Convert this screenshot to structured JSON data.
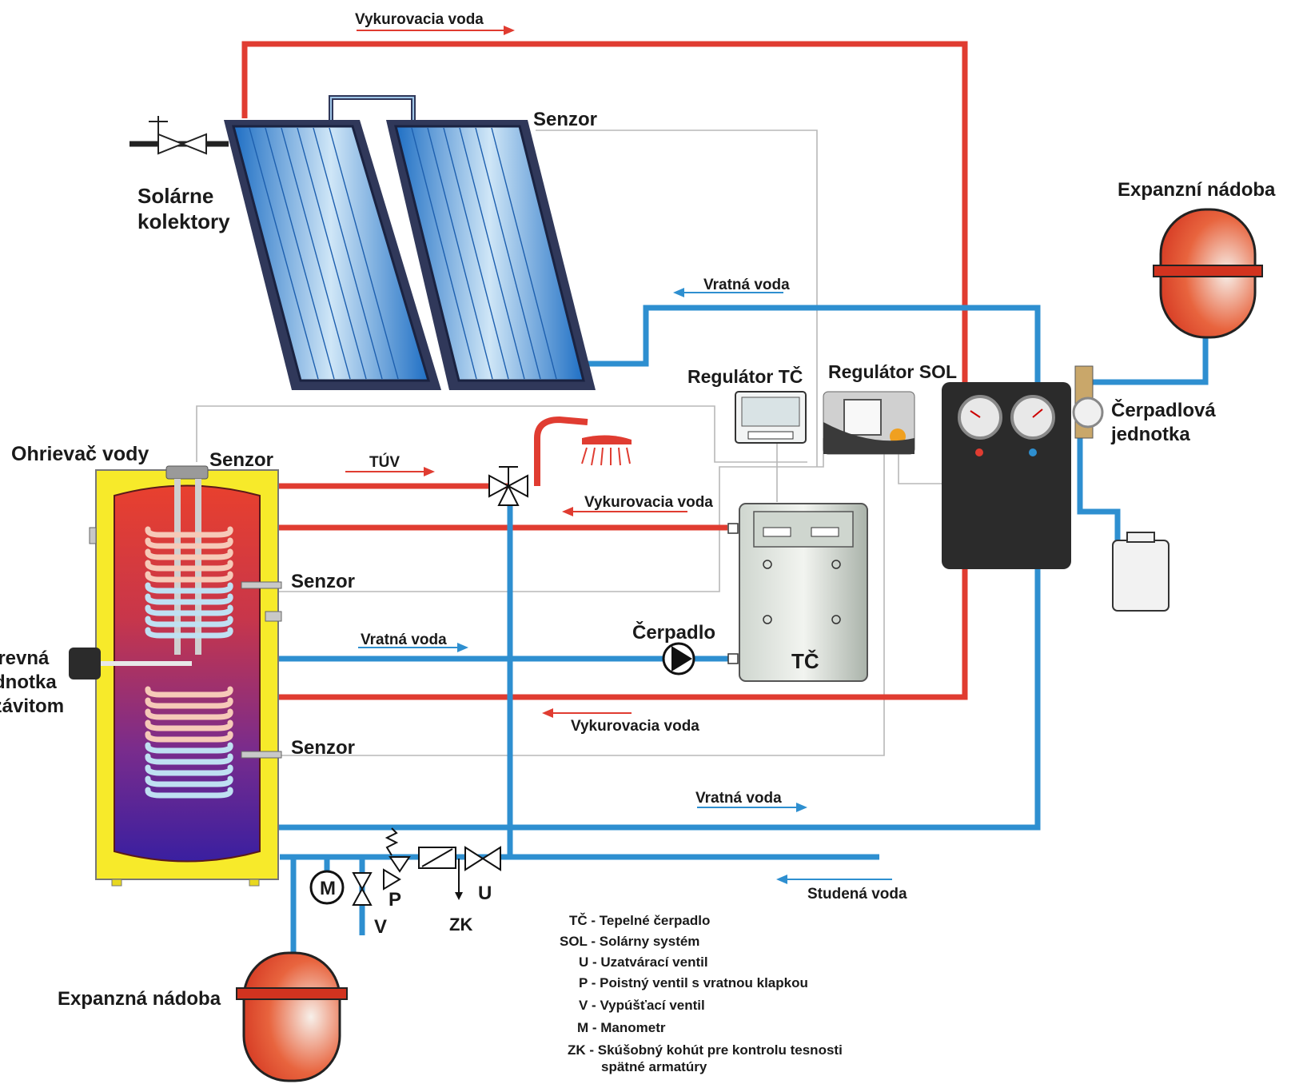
{
  "labels": {
    "vykurovacia_top": "Vykurovacia voda",
    "senzor_collector": "Senzor",
    "solarne": "Solárne",
    "kolektory": "kolektory",
    "expanzni": "Expanzní nádoba",
    "vratna_top": "Vratná voda",
    "regulator_tc": "Regulátor TČ",
    "regulator_sol": "Regulátor SOL",
    "cerpadlova": "Čerpadlová",
    "jednotka": "jednotka",
    "ohrievac": "Ohrievač vody",
    "senzor_top": "Senzor",
    "tuv": "TÚV",
    "vykurovacia_mid": "Vykurovacia voda",
    "senzor_mid": "Senzor",
    "ohrevna": "Ohrevná",
    "jednotka_left": "jednotka",
    "zavitom": "so závitom",
    "vratna_mid": "Vratná voda",
    "cerpadlo": "Čerpadlo",
    "tc": "TČ",
    "vykurovacia_low": "Vykurovacia voda",
    "senzor_low": "Senzor",
    "vratna_low": "Vratná voda",
    "studena": "Studená voda",
    "expanzna": "Expanzná nádoba",
    "m": "M",
    "p": "P",
    "v": "V",
    "u": "U",
    "zk": "ZK"
  },
  "legend": [
    "TČ - Tepelné čerpadlo",
    "SOL - Solárny systém",
    "U - Uzatvárací ventil",
    "P - Poistný ventil s vratnou klapkou",
    "V - Vypúšťací ventil",
    "M - Manometr",
    "ZK - Skúšobný kohút pre kontrolu tesnosti",
    "spätné armatúry"
  ],
  "colors": {
    "hot_pipe": "#e03c31",
    "cold_pipe": "#2e8fd0",
    "tank_shell": "#f7ea2a",
    "sensor_wire": "#b8b8b8"
  }
}
